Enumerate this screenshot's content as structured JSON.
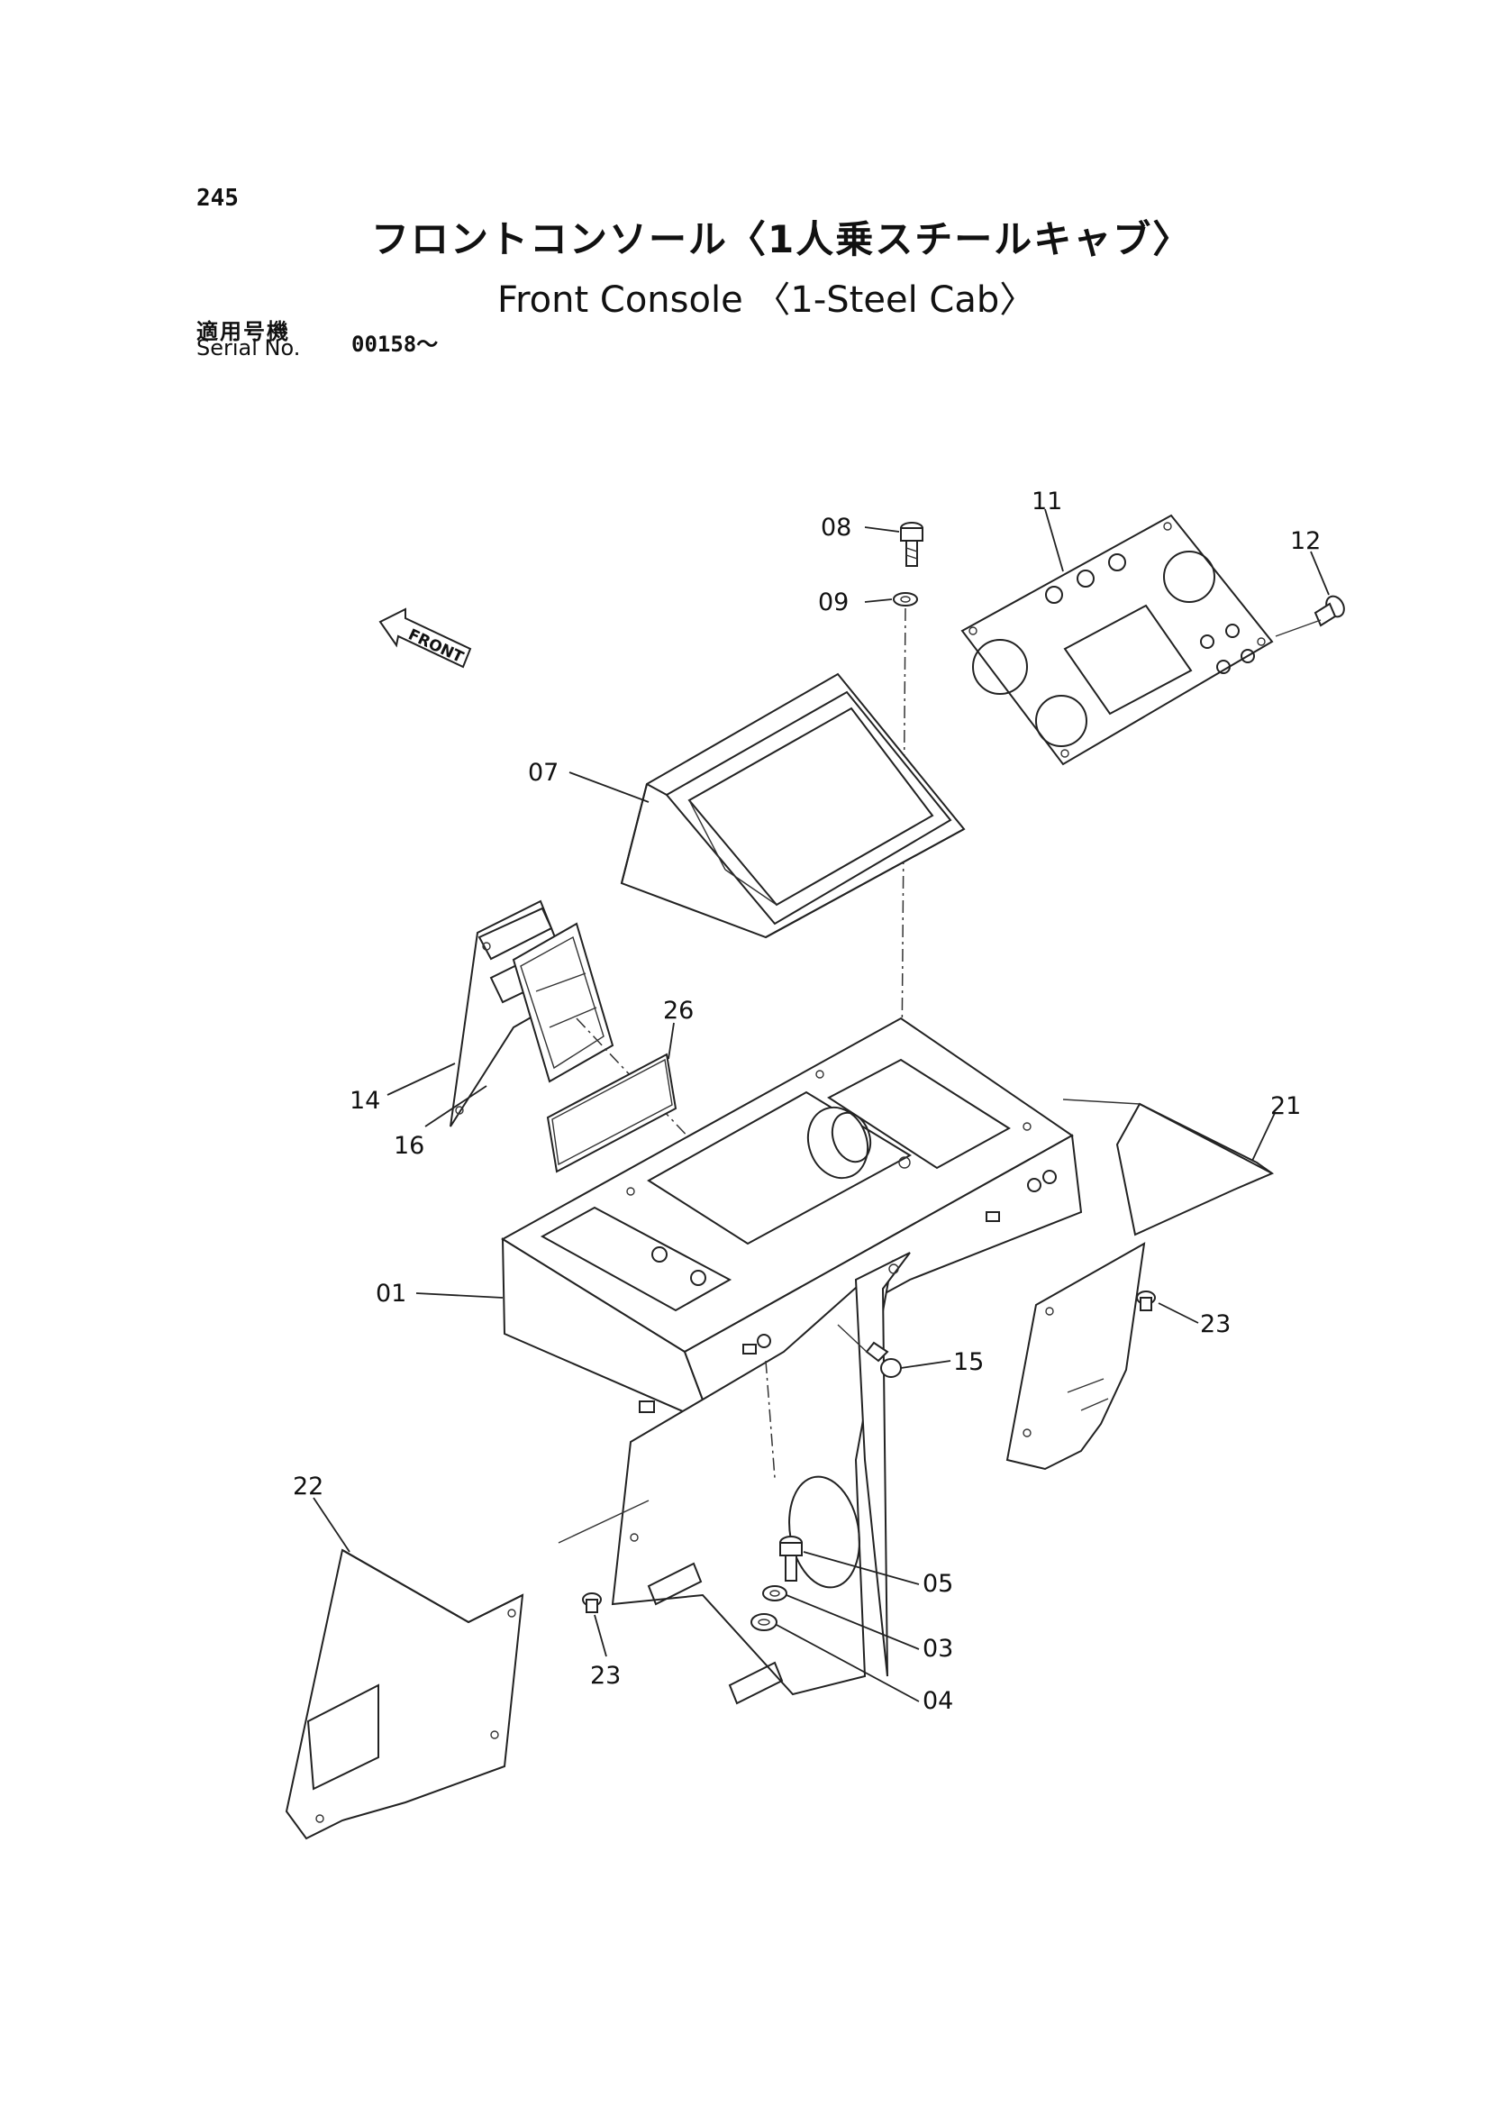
{
  "header": {
    "page_number": "245",
    "title_jp": "フロントコンソール〈1人乗スチールキャブ〉",
    "title_en": "Front Console 〈1-Steel Cab〉",
    "serial_label_jp": "適用号機",
    "serial_label_en": "Serial No.",
    "serial_value": "00158～"
  },
  "diagram": {
    "front_arrow_label": "FRONT",
    "parts": [
      {
        "id": "p08",
        "label": "08"
      },
      {
        "id": "p09",
        "label": "09"
      },
      {
        "id": "p11",
        "label": "11"
      },
      {
        "id": "p12",
        "label": "12"
      },
      {
        "id": "p07",
        "label": "07"
      },
      {
        "id": "p26",
        "label": "26"
      },
      {
        "id": "p14",
        "label": "14"
      },
      {
        "id": "p16",
        "label": "16"
      },
      {
        "id": "p21",
        "label": "21"
      },
      {
        "id": "p01",
        "label": "01"
      },
      {
        "id": "p15",
        "label": "15"
      },
      {
        "id": "p23a",
        "label": "23"
      },
      {
        "id": "p22",
        "label": "22"
      },
      {
        "id": "p05",
        "label": "05"
      },
      {
        "id": "p03",
        "label": "03"
      },
      {
        "id": "p04",
        "label": "04"
      },
      {
        "id": "p23b",
        "label": "23"
      }
    ]
  }
}
